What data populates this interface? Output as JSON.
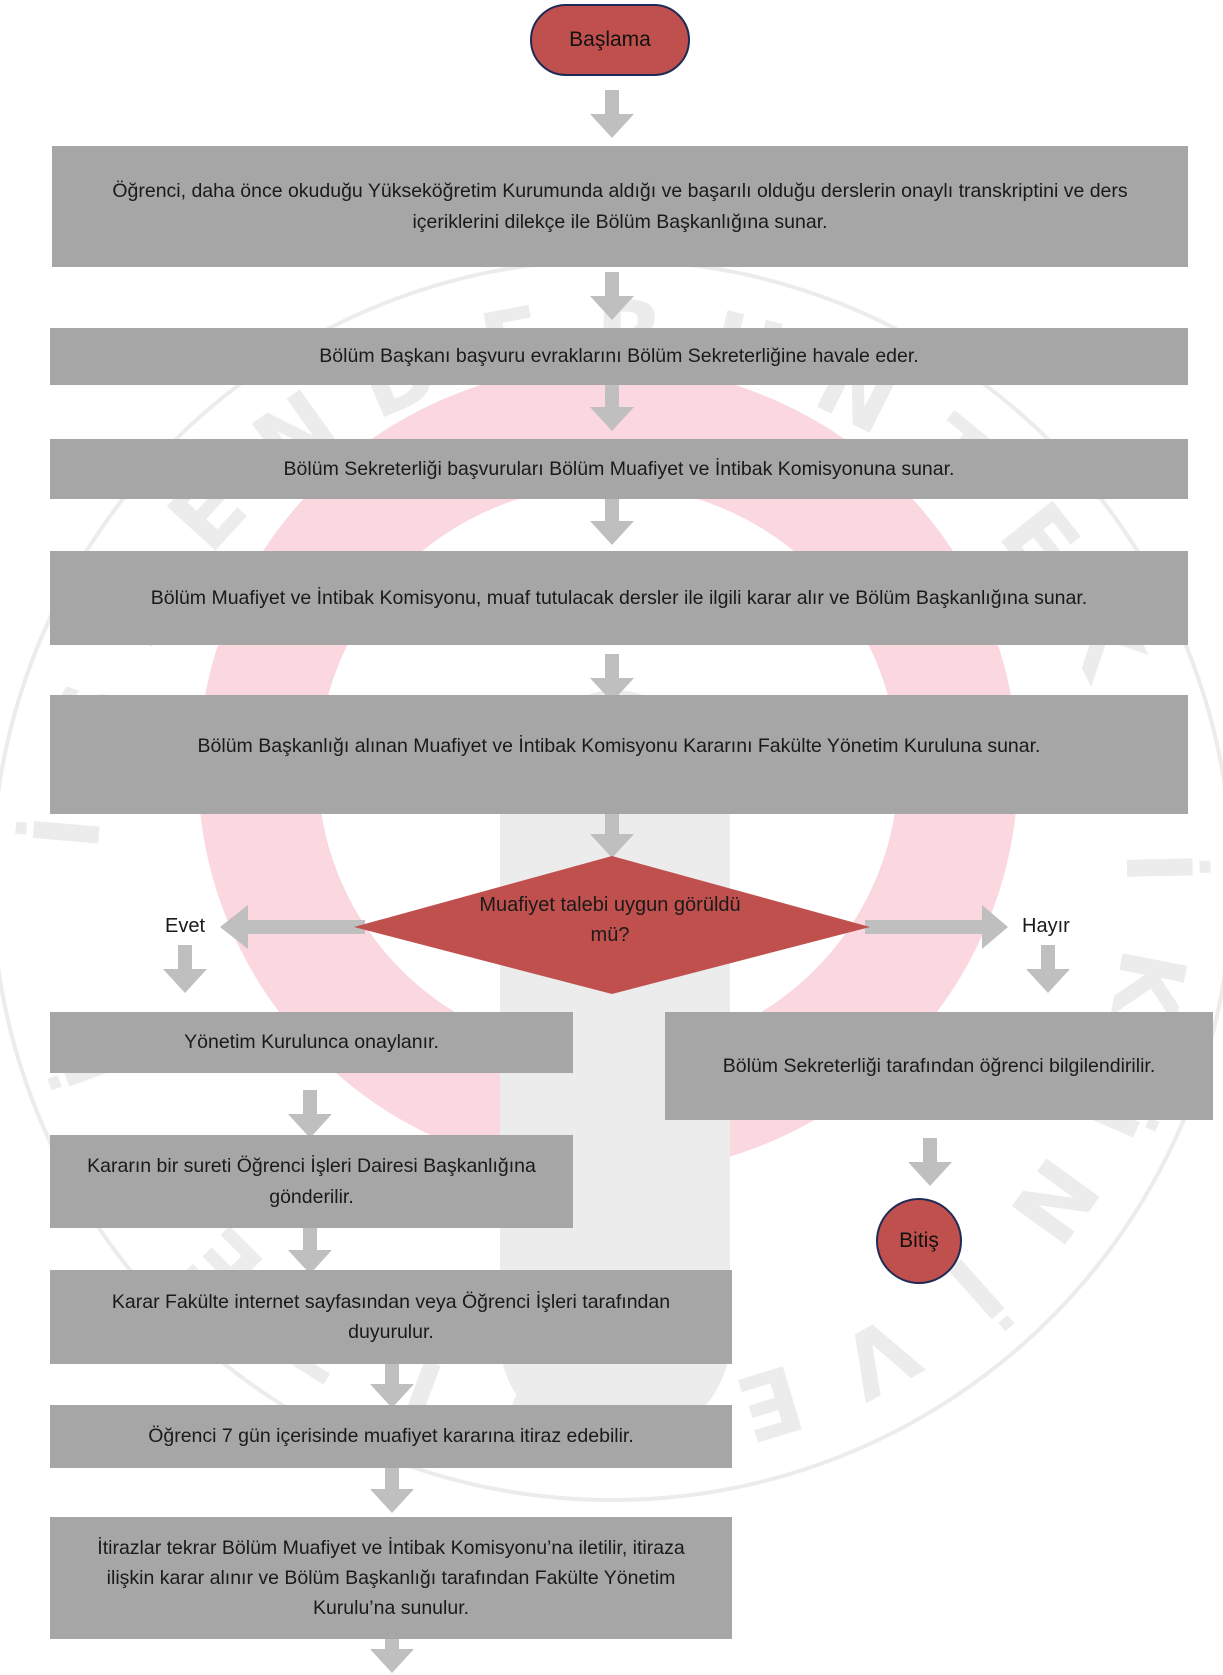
{
  "flow": {
    "start": "Başlama",
    "step1": "Öğrenci, daha önce okuduğu Yükseköğretim Kurumunda aldığı ve başarılı olduğu derslerin onaylı transkriptini ve ders içeriklerini dilekçe ile Bölüm Başkanlığına sunar.",
    "step2": "Bölüm Başkanı başvuru evraklarını Bölüm Sekreterliğine havale eder.",
    "step3": "Bölüm Sekreterliği başvuruları Bölüm Muafiyet ve İntibak Komisyonuna sunar.",
    "step4": "Bölüm Muafiyet ve İntibak Komisyonu, muaf tutulacak dersler ile ilgili karar alır ve Bölüm Başkanlığına sunar.",
    "step5": "Bölüm Başkanlığı alınan Muafiyet ve İntibak Komisyonu Kararını Fakülte Yönetim Kuruluna sunar.",
    "decision": "Muafiyet talebi uygun görüldü mü?",
    "yes_label": "Evet",
    "no_label": "Hayır",
    "yes1": "Yönetim Kurulunca onaylanır.",
    "yes2": "Kararın bir sureti Öğrenci İşleri Dairesi Başkanlığına gönderilir.",
    "yes3": "Karar Fakülte internet sayfasından  veya Öğrenci İşleri tarafından duyurulur.",
    "yes4": "Öğrenci 7 gün içerisinde muafiyet kararına itiraz edebilir.",
    "yes5": "İtirazlar tekrar Bölüm Muafiyet ve İntibak Komisyonu’na iletilir, itiraza ilişkin karar alınır ve Bölüm Başkanlığı tarafından Fakülte Yönetim Kurulu’na sunulur.",
    "no1": "Bölüm Sekreterliği tarafından öğrenci bilgilendirilir.",
    "end": "Bitiş"
  },
  "colors": {
    "box": "#a6a6a6",
    "terminal": "#c0504d",
    "arrow": "#bfbfbf",
    "watermark_ring": "#fbd7e0",
    "watermark_letters": "#ececec"
  },
  "watermark_letters": [
    "İ",
    "S",
    "K",
    "E",
    "N",
    "D",
    "E",
    "R",
    "U",
    "N",
    "T",
    "E",
    "K",
    "N",
    "İ",
    "K",
    "Ü",
    "N",
    "İ",
    "V",
    "E",
    "R",
    "S",
    "İ",
    "T",
    "E",
    "S",
    "İ"
  ]
}
